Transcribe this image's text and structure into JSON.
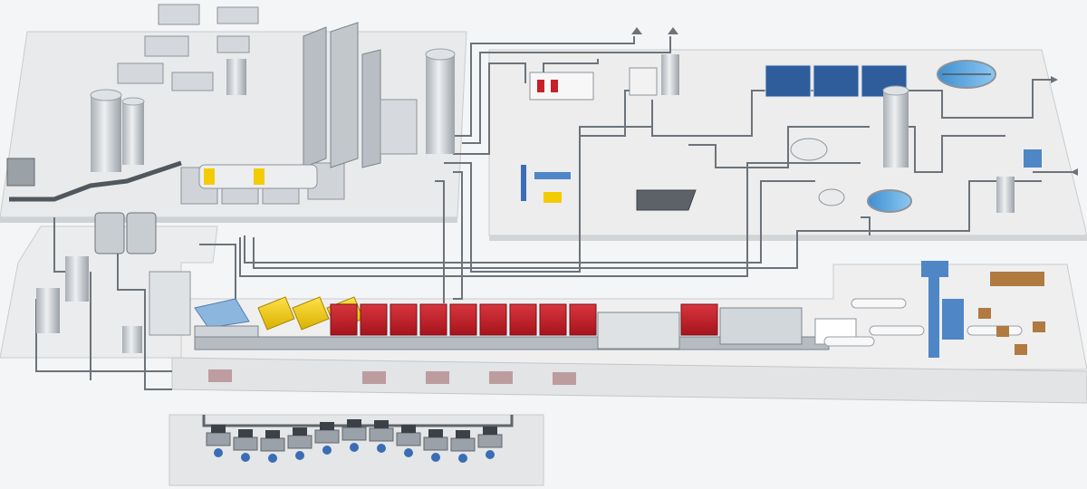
{
  "diagram": {
    "kind": "isometric paper mill plant overview",
    "areas": [
      {
        "id": "stock-preparation",
        "icon": "pulper-tank-icon"
      },
      {
        "id": "water-treatment",
        "icon": "clarifier-icon"
      },
      {
        "id": "approach-flow",
        "icon": "silo-icon"
      },
      {
        "id": "paper-machine",
        "icon": "dryer-hood-icon"
      },
      {
        "id": "finishing",
        "icon": "winder-icon"
      },
      {
        "id": "control-room",
        "icon": "operator-console-icon"
      }
    ],
    "colors": {
      "background": "#f4f5f6",
      "platform": "#ececed",
      "platform_edge": "#c9cbcd",
      "steel": "#c7ccd1",
      "pipe": "#6c737a",
      "dryer_red": "#c8202a",
      "hood_yellow": "#f2cc00",
      "headbox_blue": "#8db6df",
      "finishing_blue": "#4f86c6",
      "solar_blue": "#2f5d9c",
      "water": "#5aa6e0",
      "console_grey": "#9aa1a8",
      "chair_blue": "#3a6db6"
    },
    "paper_machine": {
      "dryer_sections": 9,
      "yellow_hoods": 3
    },
    "solar_panels": {
      "arrays": 3
    },
    "control_room": {
      "workstations": 11
    }
  }
}
